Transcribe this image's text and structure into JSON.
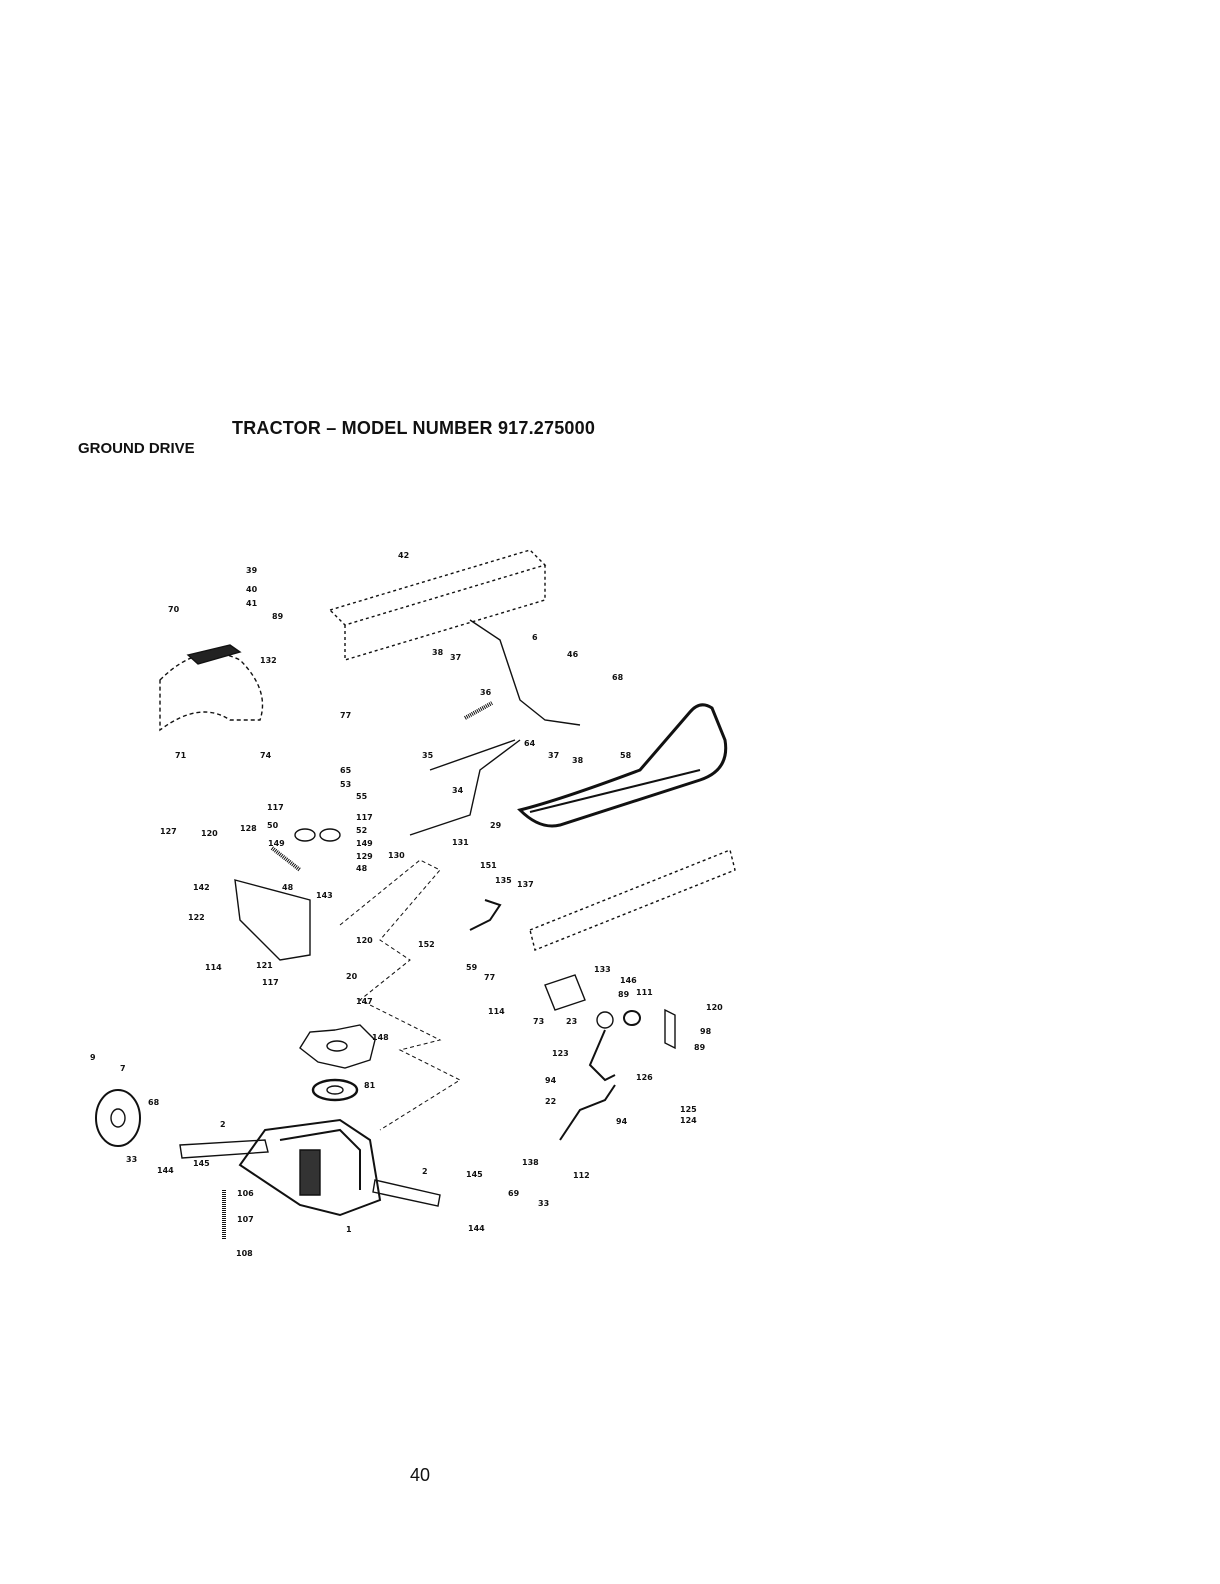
{
  "header": {
    "title": "TRACTOR – MODEL NUMBER 917.275000",
    "section": "GROUND DRIVE"
  },
  "footer": {
    "page_number": "40"
  },
  "part_labels": {
    "p39": "39",
    "p40": "40",
    "p41": "41",
    "p42": "42",
    "p70": "70",
    "p89a": "89",
    "p132": "132",
    "p77a": "77",
    "p38a": "38",
    "p37a": "37",
    "p6": "6",
    "p46a": "46",
    "p68": "68",
    "p36": "36",
    "p64": "64",
    "p37b": "37",
    "p38b": "38",
    "p35": "35",
    "p71": "71",
    "p74": "74",
    "p65": "65",
    "p53": "53",
    "p55": "55",
    "p117a": "117",
    "p117b": "117",
    "p52": "52",
    "p50": "50",
    "p127": "127",
    "p120a": "120",
    "p128": "128",
    "p149a": "149",
    "p149b": "149",
    "p129": "129",
    "p48a": "48",
    "p48b": "48",
    "p34": "34",
    "p29": "29",
    "p58": "58",
    "p131": "131",
    "p130": "130",
    "p142": "142",
    "p143": "143",
    "p151": "151",
    "p135": "135",
    "p137": "137",
    "p122": "122",
    "p120b": "120",
    "p152": "152",
    "p114a": "114",
    "p121": "121",
    "p117c": "117",
    "p59": "59",
    "p77b": "77",
    "p133": "133",
    "p146": "146",
    "p20": "20",
    "p147": "147",
    "p89b": "89",
    "p111": "111",
    "p120c": "120",
    "p114b": "114",
    "p73": "73",
    "p23": "23",
    "p98": "98",
    "p89c": "89",
    "p148": "148",
    "p123": "123",
    "p9": "9",
    "p7": "7",
    "p81": "81",
    "p94a": "94",
    "p126": "126",
    "p68b": "68",
    "p2a": "2",
    "p22": "22",
    "p125": "125",
    "p124": "124",
    "p94b": "94",
    "p33a": "33",
    "p144a": "144",
    "p145a": "145",
    "p138": "138",
    "p112": "112",
    "p2b": "2",
    "p145b": "145",
    "p106": "106",
    "p107": "107",
    "p69": "69",
    "p33b": "33",
    "p144b": "144",
    "p1": "1",
    "p108": "108"
  }
}
